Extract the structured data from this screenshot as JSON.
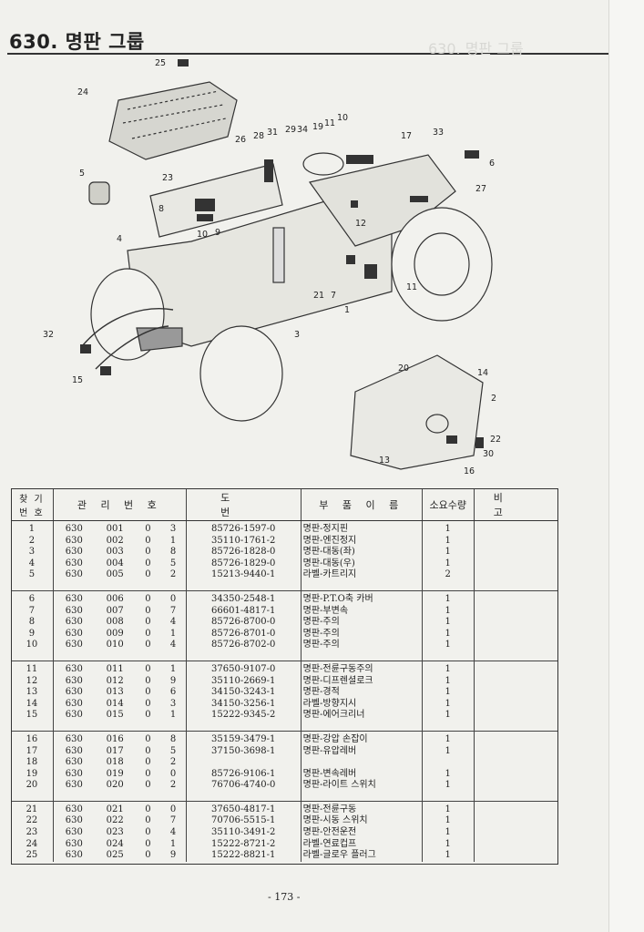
{
  "header": {
    "title": "630. 명판 그룹"
  },
  "diagram": {
    "callouts": [
      "25",
      "24",
      "5",
      "26",
      "28",
      "31",
      "29",
      "34",
      "19",
      "11",
      "10",
      "17",
      "33",
      "6",
      "23",
      "8",
      "10",
      "9",
      "27",
      "12",
      "4",
      "21",
      "7",
      "1",
      "11",
      "3",
      "32",
      "15",
      "20",
      "14",
      "2",
      "22",
      "30",
      "13",
      "16"
    ]
  },
  "table": {
    "headers": {
      "no": "찾 기 번 호",
      "mgmt": "관 리 번 호",
      "drawing": "도 번",
      "name": "부 품 이 름",
      "qty": "소요수량",
      "remark": "비 고"
    },
    "groups": [
      [
        [
          "1",
          "630",
          "001",
          "0",
          "3",
          "85726-1597-0",
          "명판-정지핀",
          "1"
        ],
        [
          "2",
          "630",
          "002",
          "0",
          "1",
          "35110-1761-2",
          "명판-엔진정지",
          "1"
        ],
        [
          "3",
          "630",
          "003",
          "0",
          "8",
          "85726-1828-0",
          "명판-대동(좌)",
          "1"
        ],
        [
          "4",
          "630",
          "004",
          "0",
          "5",
          "85726-1829-0",
          "명판-대동(우)",
          "1"
        ],
        [
          "5",
          "630",
          "005",
          "0",
          "2",
          "15213-9440-1",
          "라벨-카트리지",
          "2"
        ]
      ],
      [
        [
          "6",
          "630",
          "006",
          "0",
          "0",
          "34350-2548-1",
          "명판-P.T.O축 카버",
          "1"
        ],
        [
          "7",
          "630",
          "007",
          "0",
          "7",
          "66601-4817-1",
          "명판-부변속",
          "1"
        ],
        [
          "8",
          "630",
          "008",
          "0",
          "4",
          "85726-8700-0",
          "명판-주의",
          "1"
        ],
        [
          "9",
          "630",
          "009",
          "0",
          "1",
          "85726-8701-0",
          "명판-주의",
          "1"
        ],
        [
          "10",
          "630",
          "010",
          "0",
          "4",
          "85726-8702-0",
          "명판-주의",
          "1"
        ]
      ],
      [
        [
          "11",
          "630",
          "011",
          "0",
          "1",
          "37650-9107-0",
          "명판-전륜구동주의",
          "1"
        ],
        [
          "12",
          "630",
          "012",
          "0",
          "9",
          "35110-2669-1",
          "명판-디프렌셜로크",
          "1"
        ],
        [
          "13",
          "630",
          "013",
          "0",
          "6",
          "34150-3243-1",
          "명판-경적",
          "1"
        ],
        [
          "14",
          "630",
          "014",
          "0",
          "3",
          "34150-3256-1",
          "라벨-방향지시",
          "1"
        ],
        [
          "15",
          "630",
          "015",
          "0",
          "1",
          "15222-9345-2",
          "명판-에어크리너",
          "1"
        ]
      ],
      [
        [
          "16",
          "630",
          "016",
          "0",
          "8",
          "35159-3479-1",
          "명판-강압 손잡이",
          "1"
        ],
        [
          "17",
          "630",
          "017",
          "0",
          "5",
          "37150-3698-1",
          "명판-유압레버",
          "1"
        ],
        [
          "18",
          "630",
          "018",
          "0",
          "2",
          "",
          "",
          ""
        ],
        [
          "19",
          "630",
          "019",
          "0",
          "0",
          "85726-9106-1",
          "명판-변속레버",
          "1"
        ],
        [
          "20",
          "630",
          "020",
          "0",
          "2",
          "76706-4740-0",
          "명판-라이트 스위치",
          "1"
        ]
      ],
      [
        [
          "21",
          "630",
          "021",
          "0",
          "0",
          "37650-4817-1",
          "명판-전륜구동",
          "1"
        ],
        [
          "22",
          "630",
          "022",
          "0",
          "7",
          "70706-5515-1",
          "명판-시동 스위치",
          "1"
        ],
        [
          "23",
          "630",
          "023",
          "0",
          "4",
          "35110-3491-2",
          "명판-안전운전",
          "1"
        ],
        [
          "24",
          "630",
          "024",
          "0",
          "1",
          "15222-8721-2",
          "라벨-연료컵프",
          "1"
        ],
        [
          "25",
          "630",
          "025",
          "0",
          "9",
          "15222-8821-1",
          "라벨-글로우 플러그",
          "1"
        ]
      ]
    ]
  },
  "footer": {
    "page": "- 173 -"
  }
}
